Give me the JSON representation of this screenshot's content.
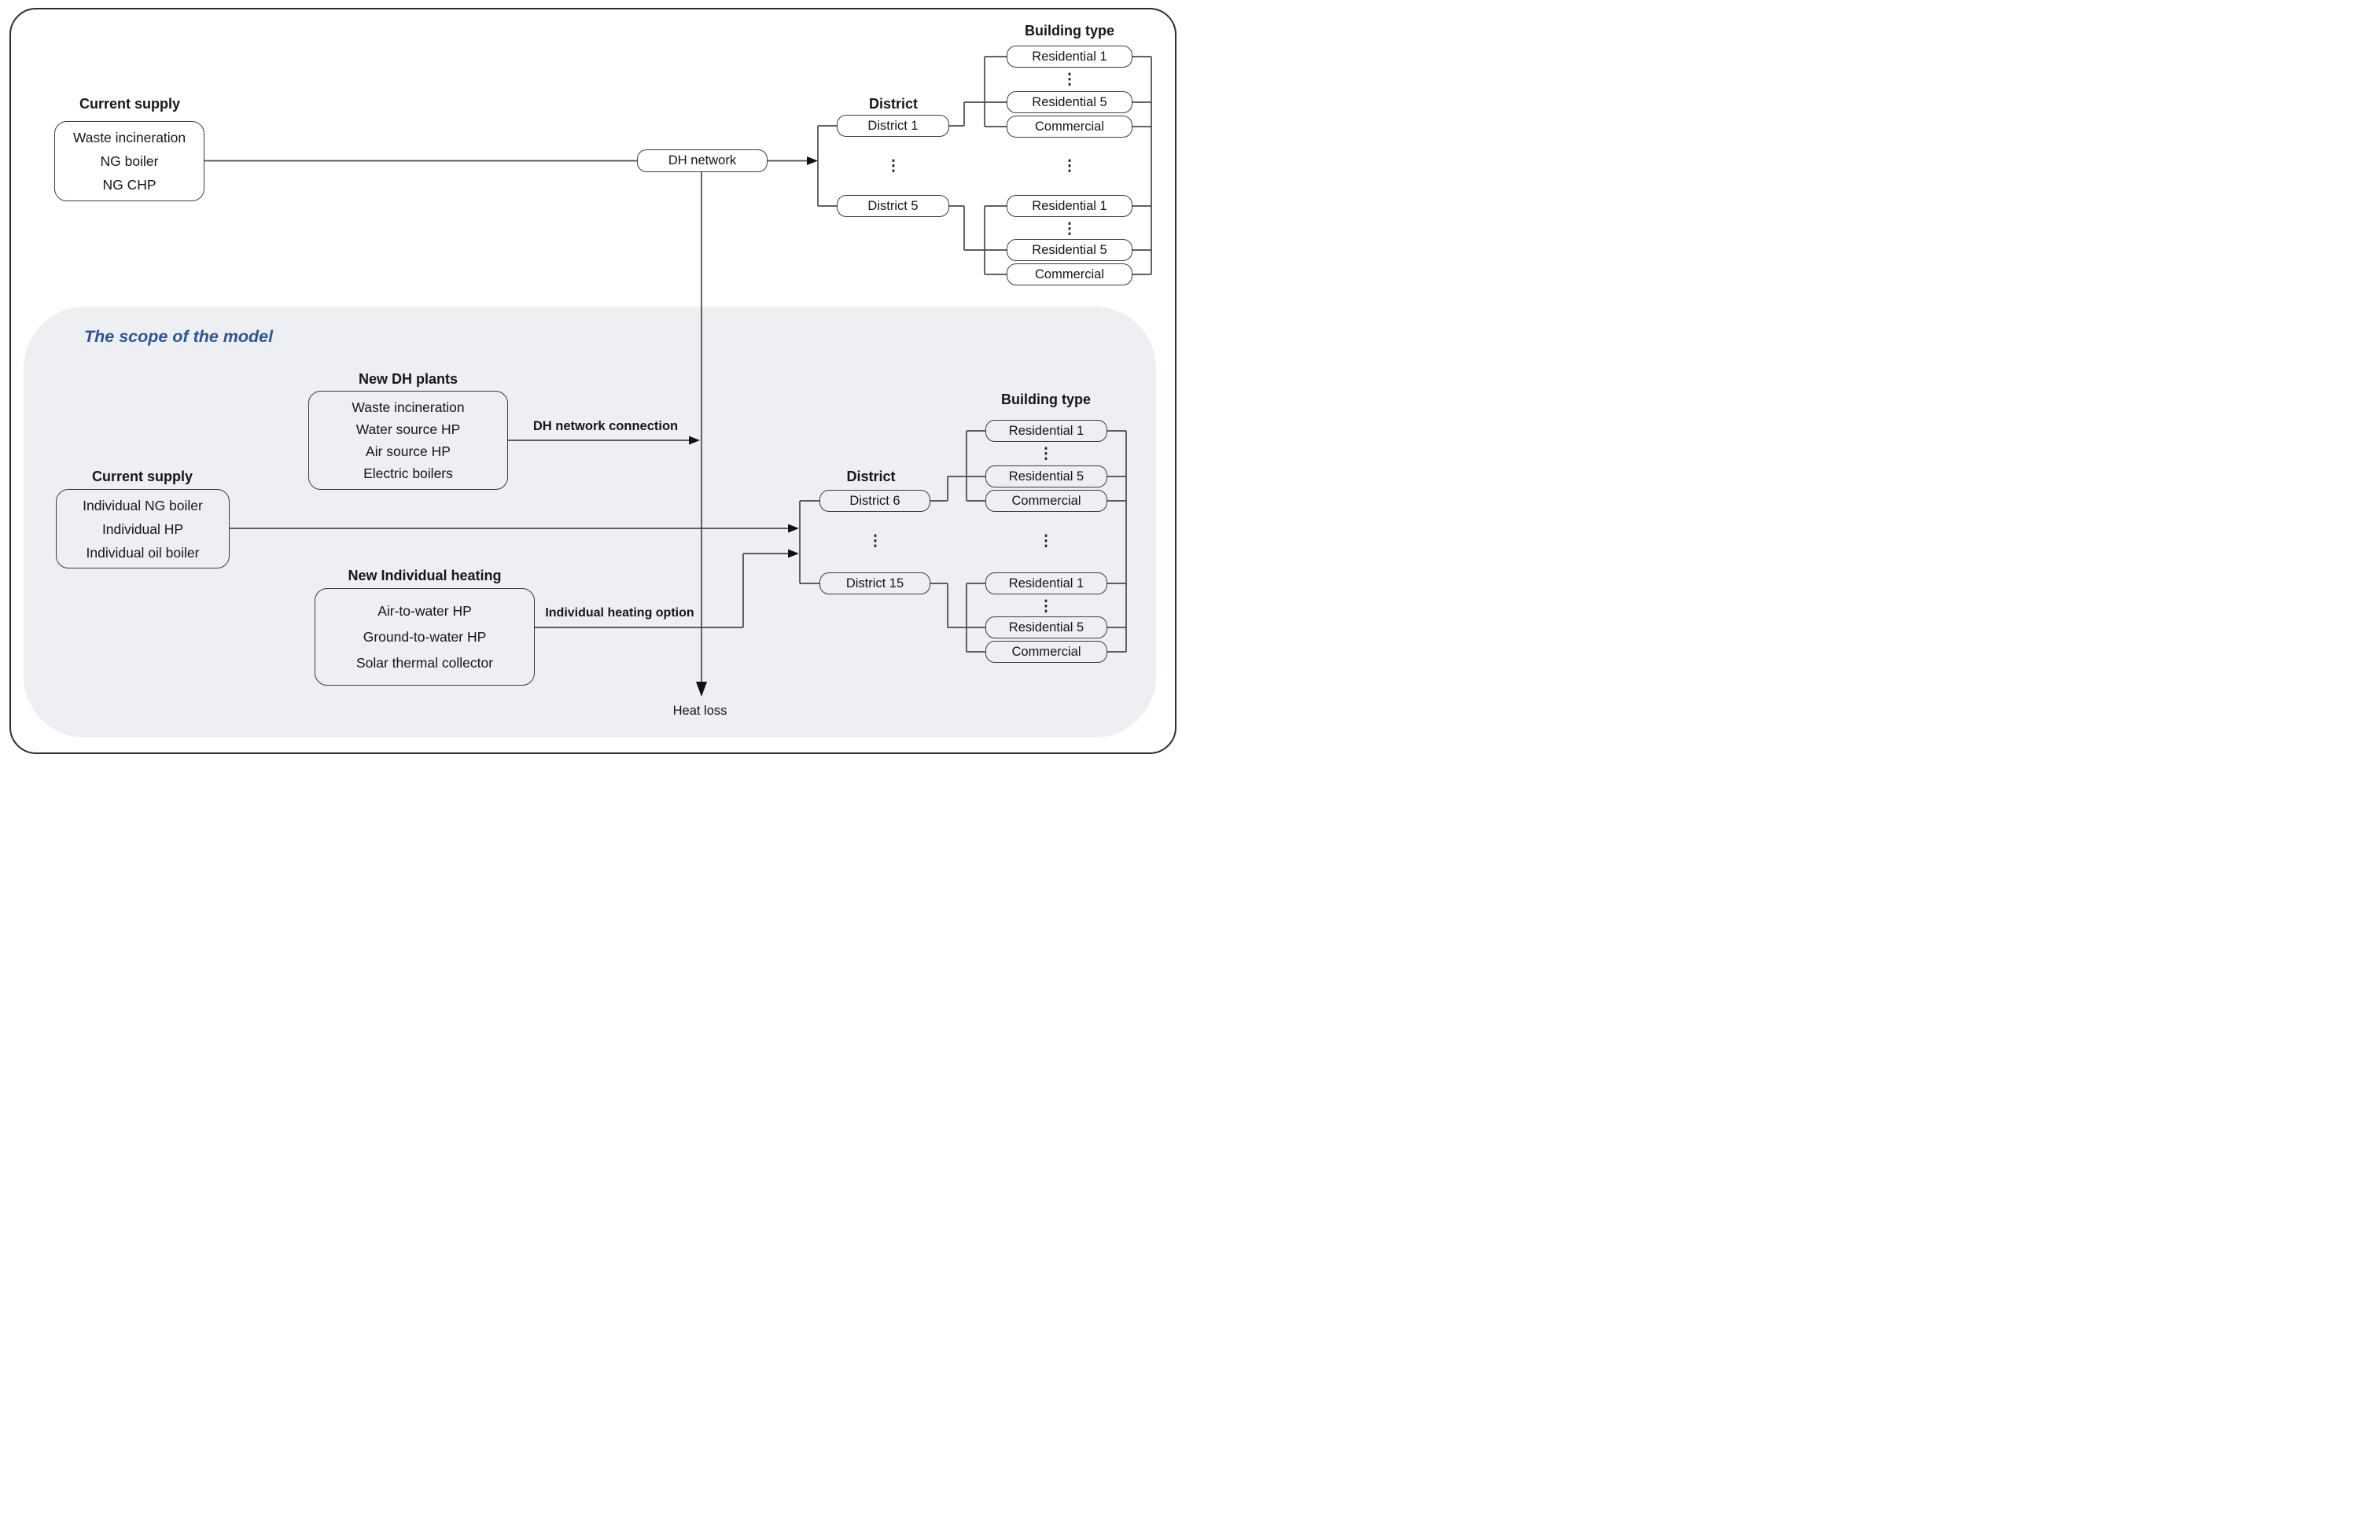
{
  "labels": {
    "scope_title": "The scope of the model",
    "dh_network": "DH network",
    "dh_connection": "DH network connection",
    "individual_option": "Individual heating option",
    "heat_loss": "Heat loss",
    "district_header": "District",
    "building_header": "Building type",
    "dots": "⋮"
  },
  "top": {
    "current_supply": {
      "title": "Current supply",
      "lines": [
        "Waste incineration",
        "NG boiler",
        "NG CHP"
      ]
    },
    "districts": [
      "District 1",
      "District 5"
    ],
    "buildings": [
      "Residential 1",
      "Residential 5",
      "Commercial"
    ]
  },
  "scope": {
    "new_dh_plants": {
      "title": "New DH plants",
      "lines": [
        "Waste incineration",
        "Water source HP",
        "Air source HP",
        "Electric boilers"
      ]
    },
    "current_supply": {
      "title": "Current supply",
      "lines": [
        "Individual NG boiler",
        "Individual HP",
        "Individual oil boiler"
      ]
    },
    "new_individual_heating": {
      "title": "New Individual heating",
      "lines": [
        "Air-to-water HP",
        "Ground-to-water HP",
        "Solar thermal collector"
      ]
    },
    "districts": [
      "District 6",
      "District 15"
    ],
    "buildings": [
      "Residential 1",
      "Residential 5",
      "Commercial"
    ]
  },
  "colors": {
    "scope_bg": "#edeff3",
    "scope_title_text": "#2e5496",
    "line": "#4a4a4a",
    "box_border": "#3c3c3c",
    "text": "#161616"
  }
}
